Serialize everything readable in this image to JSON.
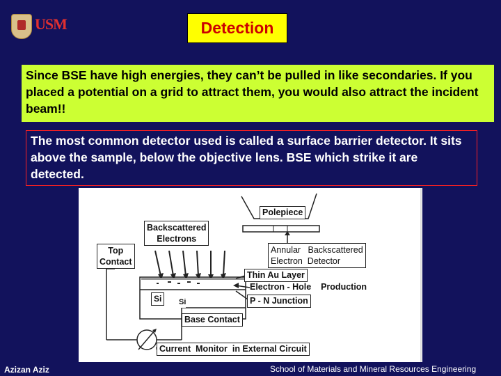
{
  "title": "Detection",
  "paragraph1": "Since BSE have high energies, they can’t be pulled in like secondaries. If you placed a potential on a grid to attract them, you would also attract the incident beam!!",
  "paragraph2": "The most common detector used is called a surface barrier detector. It sits above the sample, below the objective lens. BSE which strike it are detected.",
  "logo": {
    "text": "USM"
  },
  "diagram": {
    "polepiece": "Polepiece",
    "backscattered_line1": "Backscattered",
    "backscattered_line2": "Electrons",
    "top_contact_line1": "Top",
    "top_contact_line2": "Contact",
    "annular_line1": "Annular   Backscattered",
    "annular_line2": "Electron  Detector",
    "thin_au": "Thin Au Layer",
    "electron_hole": "Electron - Hole    Production",
    "pn_junction": "P - N Junction",
    "si_box": "Si",
    "si_text": "Si",
    "base_contact": "Base Contact",
    "current_monitor": "Current  Monitor  in External Circuit"
  },
  "footer": {
    "author": "Azizan Aziz",
    "school": "School of Materials and Mineral Resources Engineering"
  }
}
